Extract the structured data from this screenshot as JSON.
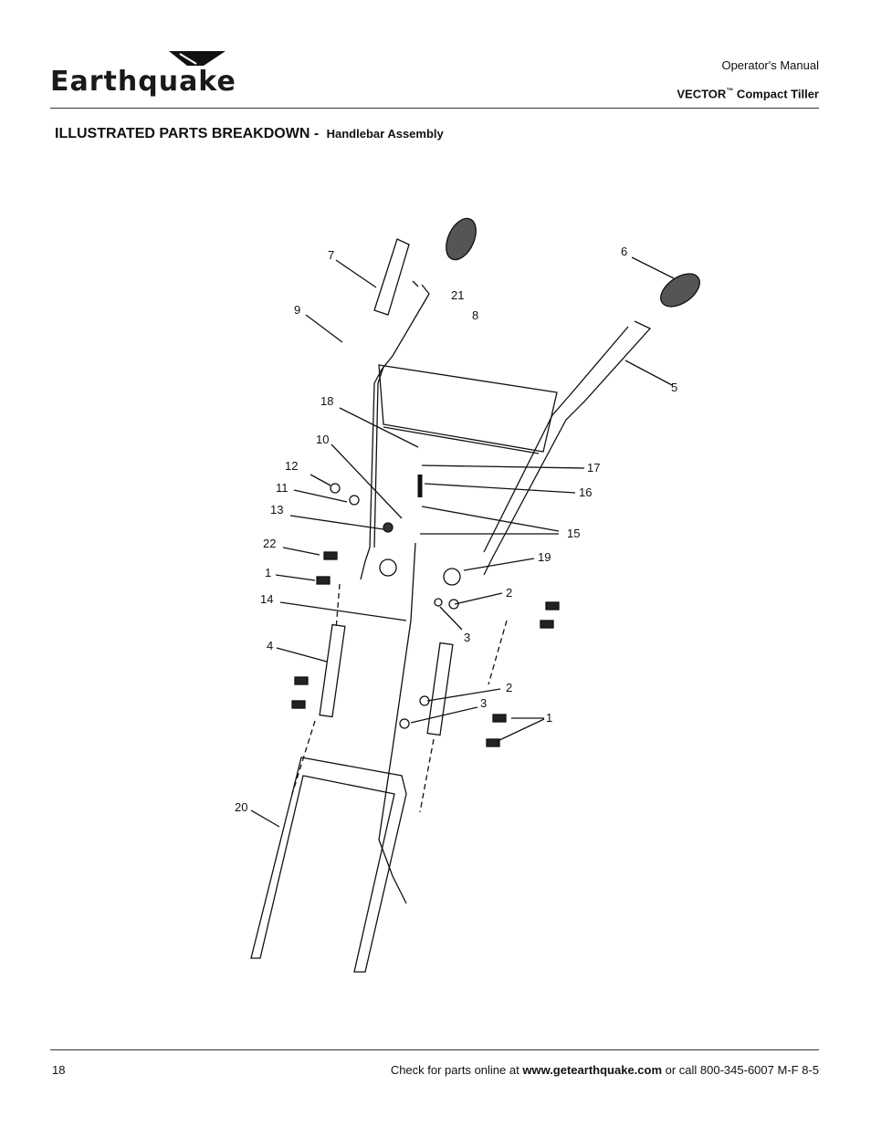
{
  "header": {
    "logo_text": "Earthquake",
    "manual_label": "Operator's Manual",
    "product_name": "VECTOR",
    "product_tm": "™",
    "product_suffix": " Compact Tiller"
  },
  "section": {
    "title": "ILLUSTRATED PARTS BREAKDOWN -",
    "subtitle": "Handlebar Assembly"
  },
  "callouts": [
    "7",
    "6",
    "21",
    "9",
    "8",
    "5",
    "18",
    "10",
    "17",
    "12",
    "16",
    "11",
    "13",
    "15",
    "22",
    "19",
    "1",
    "2",
    "14",
    "3",
    "4",
    "2",
    "3",
    "1",
    "20"
  ],
  "footer": {
    "page_number": "18",
    "check_text": "Check for parts online at ",
    "url": "www.getearthquake.com",
    "call_text": " or call 800-345-6007 M-F 8-5"
  }
}
